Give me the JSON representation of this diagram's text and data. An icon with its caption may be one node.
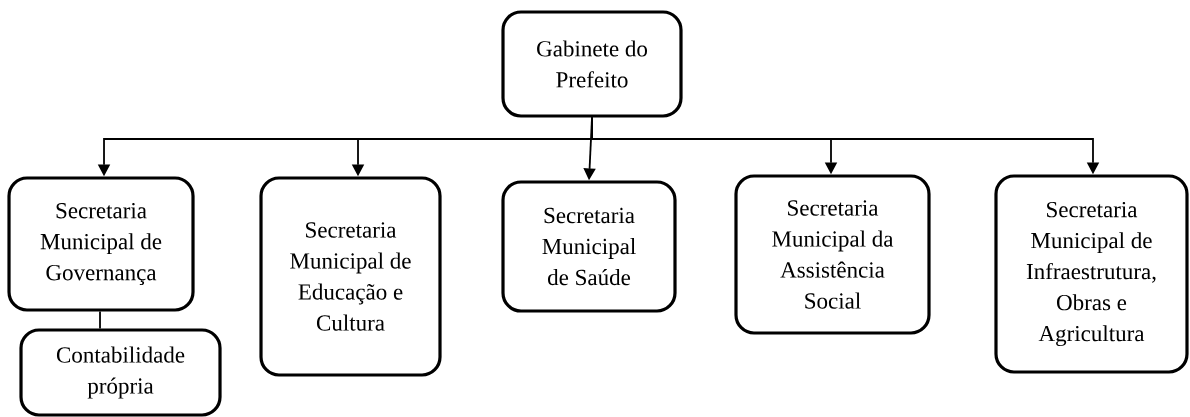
{
  "diagram": {
    "nodes": [
      {
        "text": [
          "Gabinete do Prefeito"
        ]
      },
      {
        "text": [
          "Secretaria Municipal de Governança"
        ]
      },
      {
        "text": [
          "Secretaria Municipal de Educação e Cultura"
        ]
      },
      {
        "text": [
          "Secretaria Municipal de Saúde"
        ]
      },
      {
        "text": [
          "Secretaria Municipal da Assistência Social"
        ]
      },
      {
        "text": [
          "Secretaria Municipal de Infraestrutura, Obras e Agricultura"
        ]
      },
      {
        "text": [
          "Contabilidade própria"
        ]
      }
    ],
    "edges": [
      {
        "from": 0,
        "to": 1,
        "arrow": "to"
      },
      {
        "from": 0,
        "to": 2,
        "arrow": "to"
      },
      {
        "from": 0,
        "to": 3,
        "arrow": "to"
      },
      {
        "from": 0,
        "to": 4,
        "arrow": "to"
      },
      {
        "from": 0,
        "to": 5,
        "arrow": "to"
      },
      {
        "from": 1,
        "to": 6,
        "arrow": "none"
      }
    ]
  }
}
